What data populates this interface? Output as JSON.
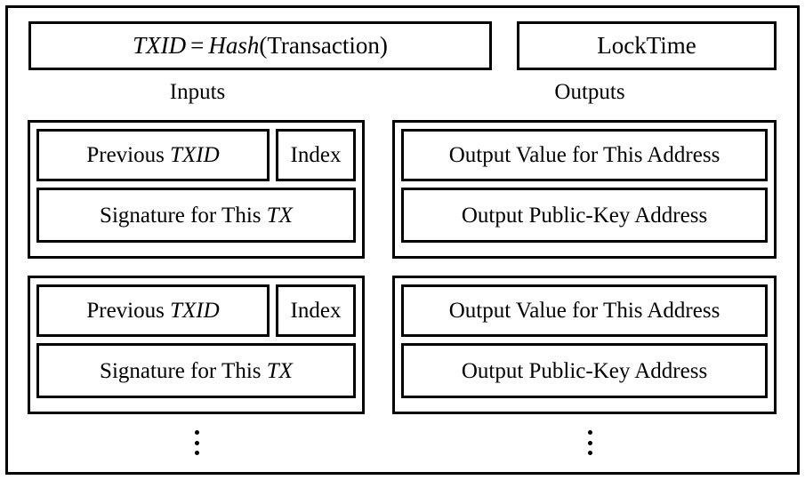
{
  "diagram": {
    "title_parts": {
      "txid_label": "TXID",
      "equals": "=",
      "hash_label": "Hash",
      "hash_arg": "(Transaction)"
    },
    "locktime_label": "LockTime",
    "columns": {
      "inputs_caption": "Inputs",
      "outputs_caption": "Outputs"
    },
    "input_fields": {
      "previous_prefix": "Previous ",
      "previous_txid": "TXID",
      "index": "Index",
      "signature_prefix": "Signature for This ",
      "signature_tx": "TX"
    },
    "output_fields": {
      "value": "Output Value for This Address",
      "address": "Output Public-Key Address"
    },
    "ellipsis": "⋮",
    "colors": {
      "stroke": "#000000",
      "background": "#ffffff"
    }
  }
}
